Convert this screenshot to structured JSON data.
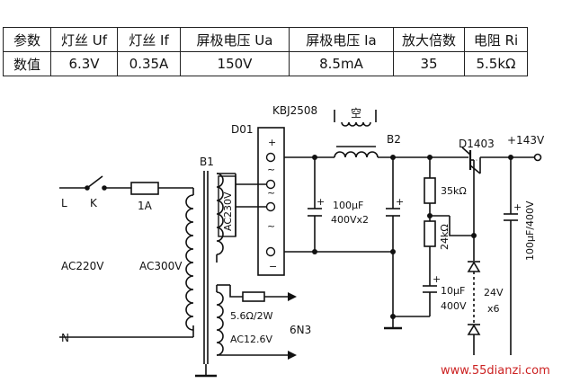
{
  "table": {
    "headers": [
      "参数",
      "灯丝 Uf",
      "灯丝 If",
      "屏极电压 Ua",
      "屏极电压 Ia",
      "放大倍数",
      "电阻 Ri"
    ],
    "values": [
      "数值",
      "6.3V",
      "0.35A",
      "150V",
      "8.5mA",
      "35",
      "5.5kΩ"
    ]
  },
  "labels": {
    "bridge_model": "KBJ2508",
    "bridge_ref": "D01",
    "choke_note": "空",
    "choke_ref": "B2",
    "transistor_ref": "D1403",
    "output_voltage": "+143V",
    "transformer_ref": "B1",
    "switch_l": "L",
    "switch_k": "K",
    "fuse": "1A",
    "mains": "AC220V",
    "secondary": "AC300V",
    "bridge_input": "AC230V",
    "cap_main": "100μF",
    "cap_main_rating": "400Vx2",
    "r_upper": "35kΩ",
    "r_lower": "24kΩ",
    "cap_small": "10μF",
    "cap_small_rating": "400V",
    "zener": "24V",
    "zener_count": "x6",
    "cap_out": "100μF/400V",
    "heater_resistor": "5.6Ω/2W",
    "heater_voltage": "AC12.6V",
    "tube": "6N3",
    "neutral": "N",
    "watermark": "www.55dianzi.com"
  },
  "colors": {
    "ink": "#111111",
    "watermark": "#cc2222"
  }
}
